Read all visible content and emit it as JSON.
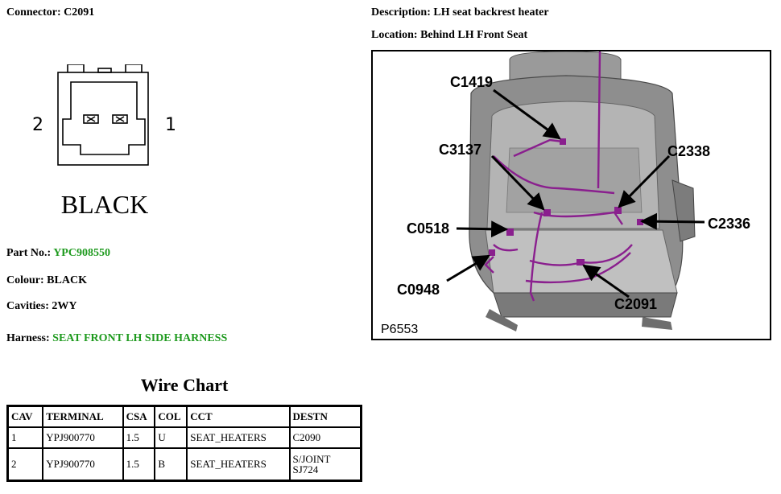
{
  "connector": {
    "label": "Connector:",
    "id": "C2091"
  },
  "description": {
    "label": "Description:",
    "value": "LH seat backrest heater"
  },
  "location": {
    "label": "Location:",
    "value": "Behind LH Front Seat"
  },
  "drawing": {
    "pin_left": "2",
    "pin_right": "1",
    "color_text": "BLACK"
  },
  "part_no": {
    "label": "Part No.:",
    "value": "YPC908550"
  },
  "colour": {
    "label": "Colour:",
    "value": "BLACK"
  },
  "cavities": {
    "label": "Cavities:",
    "value": "2WY"
  },
  "harness": {
    "label": "Harness:",
    "value": "SEAT FRONT LH SIDE HARNESS"
  },
  "wire_chart": {
    "title": "Wire Chart",
    "headers": [
      "CAV",
      "TERMINAL",
      "CSA",
      "COL",
      "CCT",
      "DESTN"
    ],
    "rows": [
      [
        "1",
        "YPJ900770",
        "1.5",
        "U",
        "SEAT_HEATERS",
        "C2090"
      ],
      [
        "2",
        "YPJ900770",
        "1.5",
        "B",
        "SEAT_HEATERS",
        "S/JOINT SJ724"
      ]
    ]
  },
  "figure": {
    "labels": [
      "C1419",
      "C3137",
      "C2338",
      "C0518",
      "C2336",
      "C0948",
      "C2091"
    ],
    "ref": "P6553"
  },
  "colors": {
    "link_green": "#1e9a1e",
    "harness_purple": "#8a1f8e",
    "seat_gray": "#8e8e8e"
  }
}
